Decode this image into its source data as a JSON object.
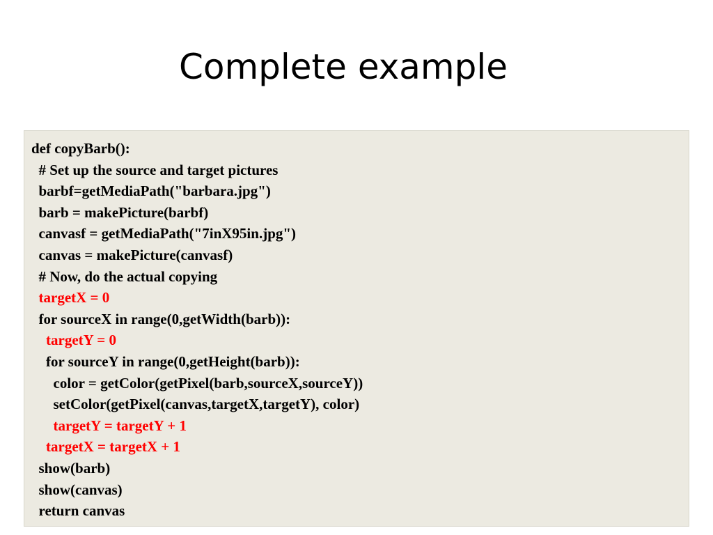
{
  "slide": {
    "title": "Complete example",
    "highlight_color": "#ff0000",
    "code_background": "#eceae1",
    "code_lines": [
      {
        "text": "def copyBarb():",
        "highlight": false
      },
      {
        "text": "  # Set up the source and target pictures",
        "highlight": false
      },
      {
        "text": "  barbf=getMediaPath(\"barbara.jpg\")",
        "highlight": false
      },
      {
        "text": "  barb = makePicture(barbf)",
        "highlight": false
      },
      {
        "text": "  canvasf = getMediaPath(\"7inX95in.jpg\")",
        "highlight": false
      },
      {
        "text": "  canvas = makePicture(canvasf)",
        "highlight": false
      },
      {
        "text": "  # Now, do the actual copying",
        "highlight": false
      },
      {
        "text": "  targetX = 0",
        "highlight": true
      },
      {
        "text": "  for sourceX in range(0,getWidth(barb)):",
        "highlight": false
      },
      {
        "text": "    targetY = 0",
        "highlight": true
      },
      {
        "text": "    for sourceY in range(0,getHeight(barb)):",
        "highlight": false
      },
      {
        "text": "      color = getColor(getPixel(barb,sourceX,sourceY))",
        "highlight": false
      },
      {
        "text": "      setColor(getPixel(canvas,targetX,targetY), color)",
        "highlight": false
      },
      {
        "text": "      targetY = targetY + 1",
        "highlight": true
      },
      {
        "text": "    targetX = targetX + 1",
        "highlight": true
      },
      {
        "text": "  show(barb)",
        "highlight": false
      },
      {
        "text": "  show(canvas)",
        "highlight": false
      },
      {
        "text": "  return canvas",
        "highlight": false
      }
    ]
  }
}
